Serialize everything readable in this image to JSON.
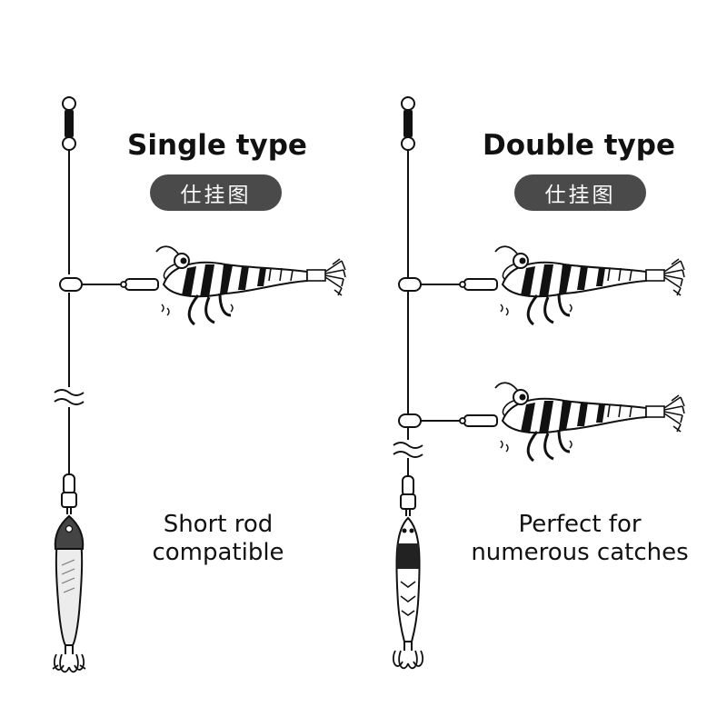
{
  "panels": {
    "single": {
      "title": "Single type",
      "badge": "仕挂图",
      "caption": [
        "Short rod",
        "compatible"
      ]
    },
    "double": {
      "title": "Double type",
      "badge": "仕挂图",
      "caption": [
        "Perfect for",
        "numerous catches"
      ]
    }
  },
  "colors": {
    "line": "#111111",
    "badge_bg": "#4a4a4a",
    "badge_text": "#ffffff",
    "stripe": "#111111"
  },
  "icons": [
    "swivel-icon",
    "shrimp-lure-icon",
    "squid-jig-icon",
    "line-break-icon"
  ]
}
